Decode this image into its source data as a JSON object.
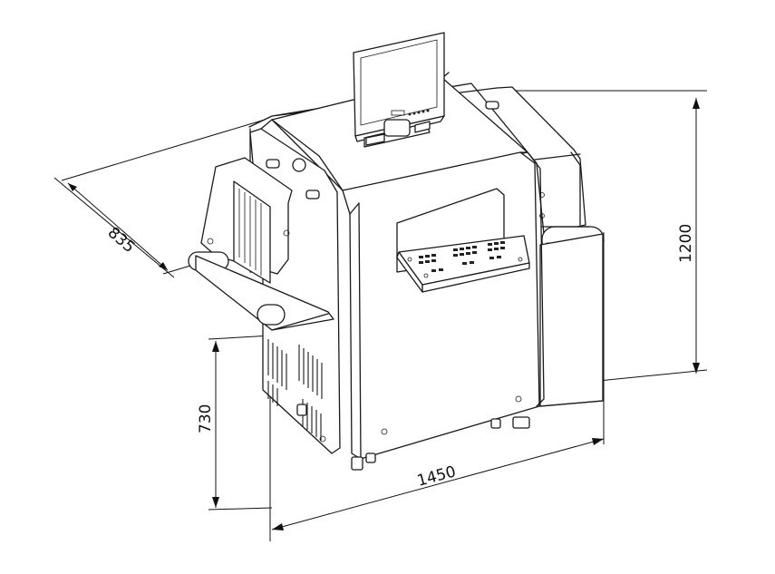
{
  "drawing": {
    "subject": "x-ray baggage scanner",
    "dimensions": {
      "depth": "835",
      "height": "1200",
      "table_height": "730",
      "length": "1450"
    }
  }
}
